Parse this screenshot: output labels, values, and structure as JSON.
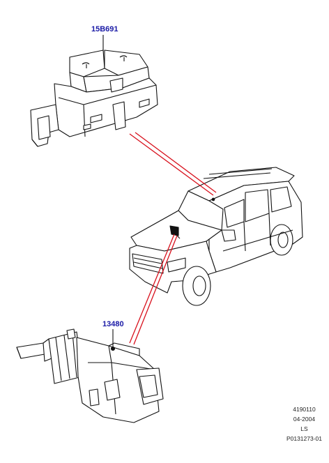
{
  "parts": [
    {
      "number": "15B691",
      "component": "switch-assembly"
    },
    {
      "number": "13480",
      "component": "brake-light-switch"
    }
  ],
  "meta": {
    "line1": "4190110",
    "line2": "04-2004",
    "line3": "LS",
    "line4": "P0131273-01"
  },
  "colors": {
    "callout": "#d8101c",
    "label": "#1a1aa6",
    "line": "#111111"
  }
}
